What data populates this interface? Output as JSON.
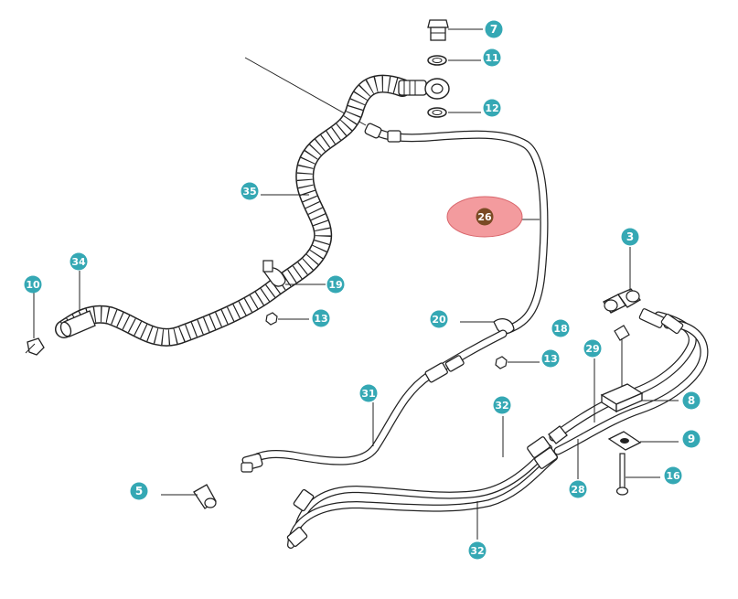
{
  "diagram": {
    "colors": {
      "callout": "#35a8b4",
      "callout_text": "#ffffff",
      "highlight_fill": "#f39b9e",
      "highlight_stroke": "#d9666c",
      "highlight_badge": "#7a4a24",
      "line": "#222222",
      "part_fill": "#ffffff"
    },
    "callouts": [
      {
        "id": "7",
        "label": "7"
      },
      {
        "id": "11",
        "label": "11"
      },
      {
        "id": "12",
        "label": "12"
      },
      {
        "id": "35",
        "label": "35"
      },
      {
        "id": "26",
        "label": "26",
        "highlighted": true
      },
      {
        "id": "3",
        "label": "3"
      },
      {
        "id": "10",
        "label": "10"
      },
      {
        "id": "34",
        "label": "34"
      },
      {
        "id": "19",
        "label": "19"
      },
      {
        "id": "13a",
        "label": "13"
      },
      {
        "id": "20",
        "label": "20"
      },
      {
        "id": "18",
        "label": "18"
      },
      {
        "id": "29",
        "label": "29"
      },
      {
        "id": "13b",
        "label": "13"
      },
      {
        "id": "31",
        "label": "31"
      },
      {
        "id": "32a",
        "label": "32"
      },
      {
        "id": "8",
        "label": "8"
      },
      {
        "id": "9",
        "label": "9"
      },
      {
        "id": "5",
        "label": "5"
      },
      {
        "id": "28",
        "label": "28"
      },
      {
        "id": "16",
        "label": "16"
      },
      {
        "id": "32b",
        "label": "32"
      }
    ]
  }
}
